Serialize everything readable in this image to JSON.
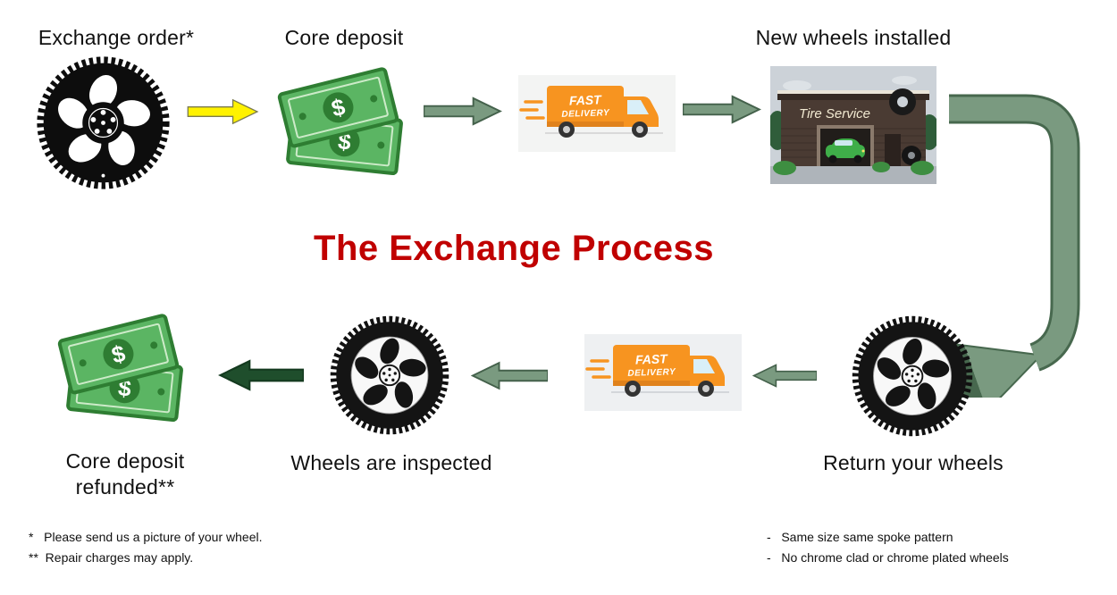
{
  "title": "The Exchange Process",
  "steps": {
    "exchange_order": "Exchange order*",
    "core_deposit": "Core deposit",
    "new_wheels_installed": "New wheels installed",
    "return_your_wheels": "Return your wheels",
    "wheels_inspected": "Wheels are inspected",
    "core_deposit_refunded": "Core deposit refunded**"
  },
  "truck": {
    "line1": "FAST",
    "line2": "DELIVERY"
  },
  "shop": {
    "sign": "Tire Service"
  },
  "footnotes": {
    "left": [
      "*   Please send us a picture of your wheel.",
      "**  Repair charges may apply."
    ],
    "right": [
      "-   Same size same spoke pattern",
      "-   No chrome clad or chrome plated wheels"
    ]
  },
  "colors": {
    "title": "#C00000",
    "arrow_green": "#7A9A80",
    "arrow_dark_green": "#1F4E2C",
    "arrow_yellow": "#FFF200",
    "money_green": "#5BB563",
    "truck_orange": "#F79420"
  }
}
